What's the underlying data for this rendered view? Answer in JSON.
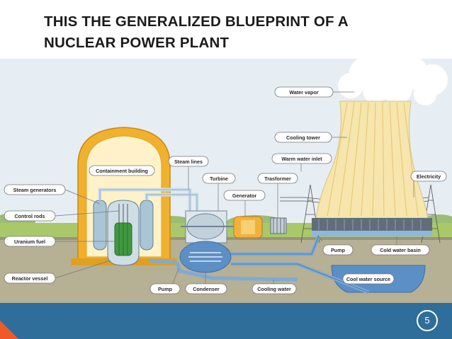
{
  "slide": {
    "title_line1": "THIS THE GENERALIZED BLUEPRINT OF A",
    "title_line2": "NUCLEAR POWER PLANT",
    "page_number": "5"
  },
  "diagram": {
    "labels": {
      "water_vapor": "Water vapor",
      "cooling_tower": "Cooling tower",
      "warm_water_inlet": "Warm water inlet",
      "steam_lines": "Steam lines",
      "containment_building": "Containment building",
      "turbine": "Turbine",
      "transformer": "Trasformer",
      "generator": "Generator",
      "electricity": "Electricity",
      "steam_generators": "Steam generators",
      "control_rods": "Control rods",
      "uranium_fuel": "Uranium fuel",
      "reactor_vessel": "Reactor vessel",
      "pump_left": "Pump",
      "condenser": "Condenser",
      "cooling_water": "Cooling water",
      "pump_right": "Pump",
      "cold_water_basin": "Cold water basin",
      "cool_water_source": "Cool water source"
    }
  },
  "colors": {
    "sky": "#e6eef3",
    "ground": "#b6b094",
    "grass": "#a8c86a",
    "containment": "#f1b12e",
    "tower": "#f6e6ad",
    "water": "#5b8fc6",
    "footer": "#2f6e9a",
    "accent_orange": "#f05a28"
  }
}
